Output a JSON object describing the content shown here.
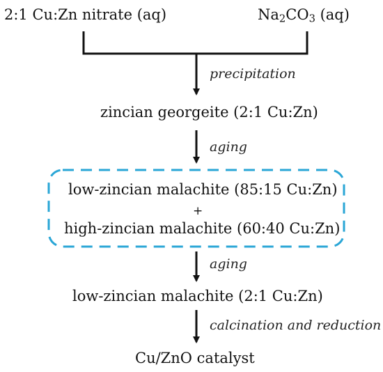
{
  "nodes": {
    "reactant_left": "2:1 Cu:Zn nitrate (aq)",
    "reactant_right_prefix": "Na",
    "reactant_right_sub1": "2",
    "reactant_right_mid": "CO",
    "reactant_right_sub2": "3",
    "reactant_right_suffix": " (aq)",
    "georgeite": "zincian georgeite (2:1 Cu:Zn)",
    "malachite_low_1": "low-zincian malachite (85:15 Cu:Zn)",
    "plus": "+",
    "malachite_high": "high-zincian malachite (60:40 Cu:Zn)",
    "malachite_low_2": "low-zincian malachite (2:1 Cu:Zn)",
    "catalyst": "Cu/ZnO catalyst"
  },
  "steps": {
    "precipitation": "precipitation",
    "aging_1": "aging",
    "aging_2": "aging",
    "calcination": "calcination and reduction"
  },
  "colors": {
    "ink": "#111111",
    "dashed_box": "#2aa6d6"
  }
}
